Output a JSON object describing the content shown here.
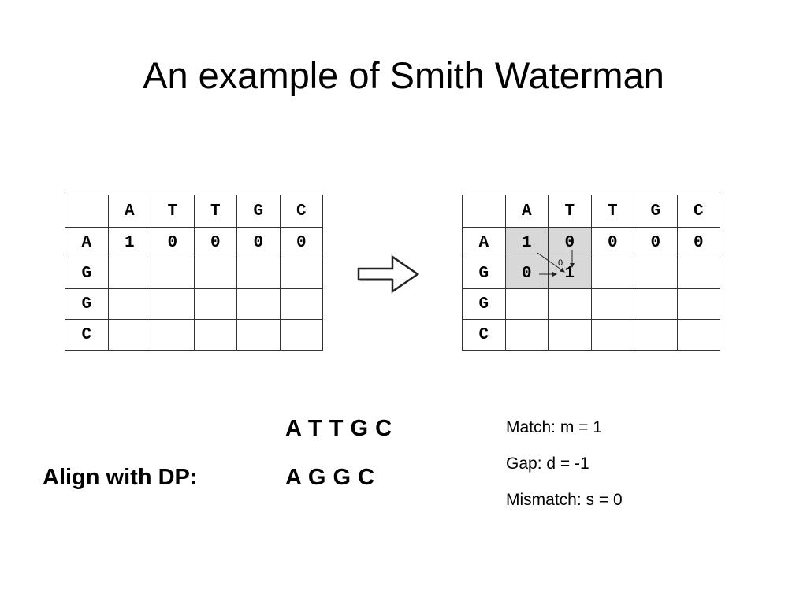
{
  "slide": {
    "title": "An example of Smith Waterman"
  },
  "matrix_left": {
    "header": [
      "",
      "A",
      "T",
      "T",
      "G",
      "C"
    ],
    "rows": [
      [
        "A",
        "1",
        "0",
        "0",
        "0",
        "0"
      ],
      [
        "G",
        "",
        "",
        "",
        "",
        ""
      ],
      [
        "G",
        "",
        "",
        "",
        "",
        ""
      ],
      [
        "C",
        "",
        "",
        "",
        "",
        ""
      ]
    ]
  },
  "matrix_right": {
    "header": [
      "",
      "A",
      "T",
      "T",
      "G",
      "C"
    ],
    "rows": [
      [
        "A",
        "1",
        "0",
        "0",
        "0",
        "0"
      ],
      [
        "G",
        "0",
        "1",
        "",
        "",
        ""
      ],
      [
        "G",
        "",
        "",
        "",
        "",
        ""
      ],
      [
        "C",
        "",
        "",
        "",
        "",
        ""
      ]
    ],
    "highlighted_cells": [
      [
        1,
        1
      ],
      [
        1,
        2
      ],
      [
        2,
        1
      ],
      [
        2,
        2
      ]
    ],
    "annotation_label": "0"
  },
  "alignment": {
    "label": "Align with DP:",
    "sequence1": "A T T G C",
    "sequence2": "A G G C"
  },
  "scoring": {
    "match": "Match: m = 1",
    "gap": "Gap: d = -1",
    "mismatch": "Mismatch: s = 0"
  },
  "colors": {
    "highlight": "#d8d8d8",
    "grid": "#333333"
  }
}
